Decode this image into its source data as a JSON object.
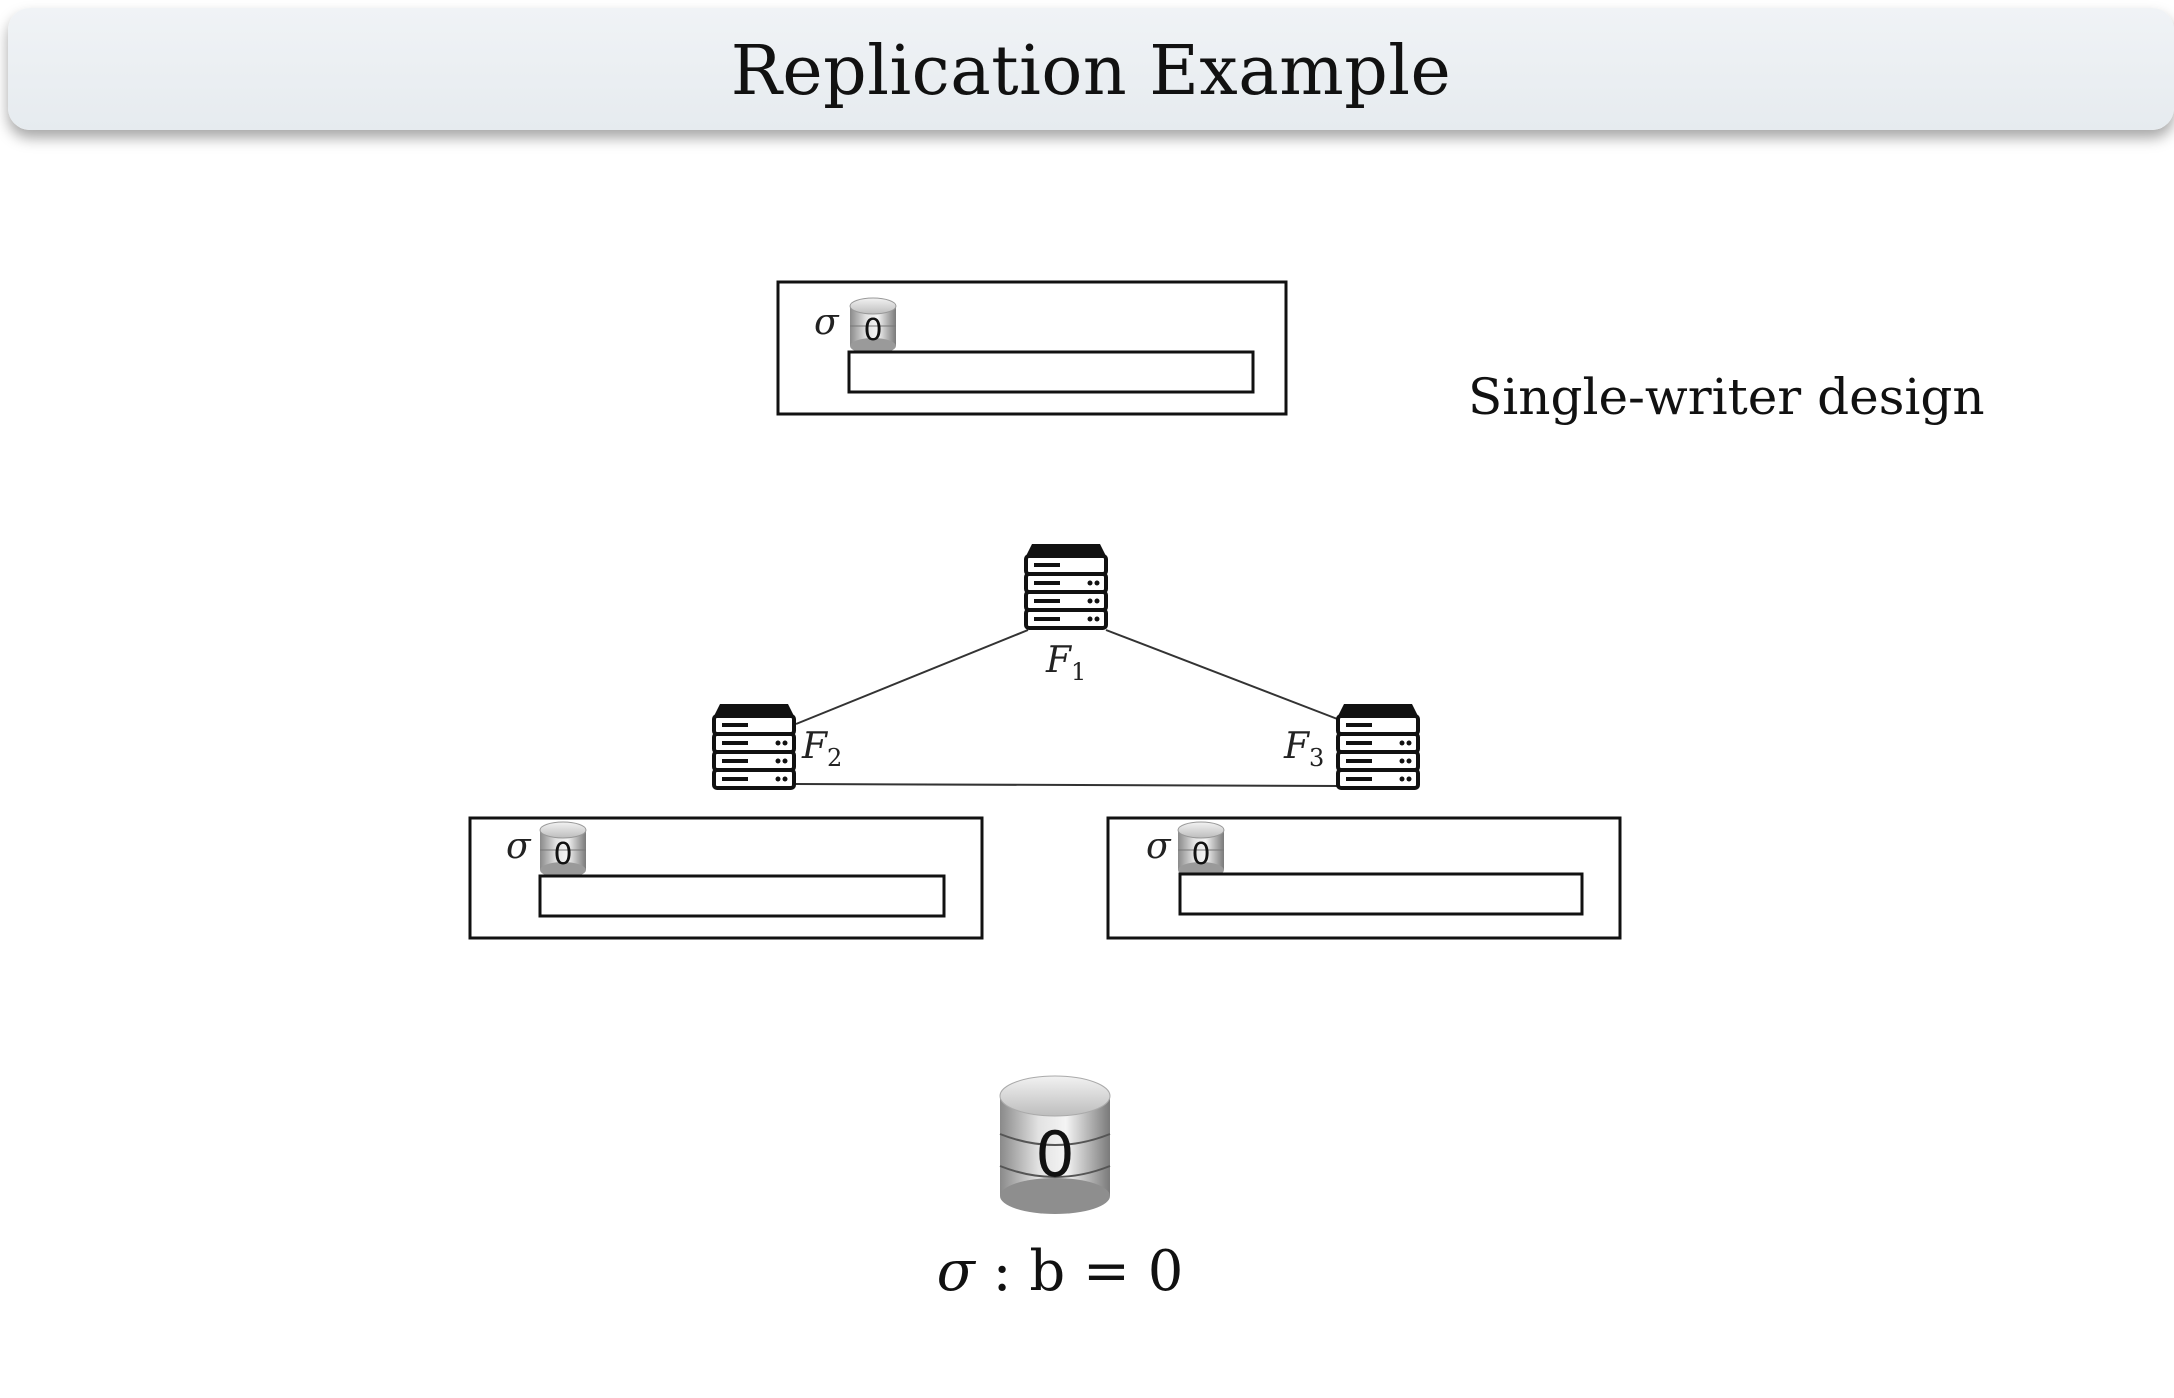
{
  "slide": {
    "title": "Replication Example",
    "side_note": "Single-writer design"
  },
  "diagram": {
    "top_panel": {
      "state_symbol": "σ",
      "db_value": "0"
    },
    "left_panel": {
      "state_symbol": "σ",
      "db_value": "0"
    },
    "right_panel": {
      "state_symbol": "σ",
      "db_value": "0"
    },
    "servers": [
      {
        "id": "F1",
        "label": "F",
        "subscript": "1"
      },
      {
        "id": "F2",
        "label": "F",
        "subscript": "2"
      },
      {
        "id": "F3",
        "label": "F",
        "subscript": "3"
      }
    ],
    "main_db": {
      "value": "0"
    },
    "state_caption": {
      "symbol": "σ",
      "text": " : b = 0"
    }
  }
}
